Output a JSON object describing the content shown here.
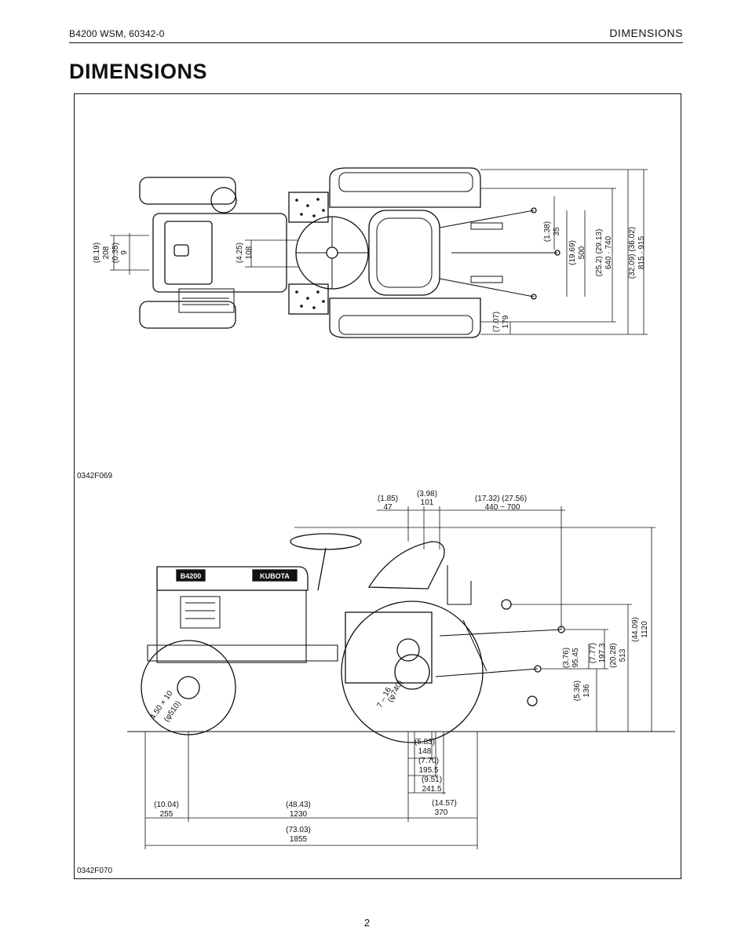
{
  "header": {
    "left": "B4200 WSM, 60342-0",
    "right": "DIMENSIONS"
  },
  "title": "DIMENSIONS",
  "page_number": "2",
  "figures": {
    "top_view": {
      "code": "0342F069",
      "dims": {
        "d_208": "208",
        "d_208_in": "(8.19)",
        "d_9": "9",
        "d_9_in": "(0.35)",
        "d_108": "108",
        "d_108_in": "(4.25)",
        "d_35": "35",
        "d_35_in": "(1.38)",
        "d_500": "500",
        "d_500_in": "(19.69)",
        "d_640_740": "640 · 740",
        "d_640_740_in": "(25.2)   (29.13)",
        "d_815_915": "815 · 915",
        "d_815_915_in": "(32.09)   (36.02)",
        "d_179": "179",
        "d_179_in": "(7.07)"
      }
    },
    "side_view": {
      "code": "0342F070",
      "brand_label": "B4200",
      "brand_label2": "KUBOTA",
      "tire_front": "4.50 × 10",
      "tire_front_dia": "(φ510)",
      "tire_rear": "7 – 16",
      "tire_rear_dia": "(φ740)",
      "dims": {
        "d_47": "47",
        "d_47_in": "(1.85)",
        "d_101": "101",
        "d_101_in": "(3.98)",
        "d_440_700": "440  ~  700",
        "d_440_700_in": "(17.32)   (27.56)",
        "d_1120": "1120",
        "d_1120_in": "(44.09)",
        "d_513": "513",
        "d_513_in": "(20.28)",
        "d_197": "197.3",
        "d_197_in": "(7.77)",
        "d_95": "95.45",
        "d_95_in": "(3.76)",
        "d_136": "136",
        "d_136_in": "(5.36)",
        "d_148": "148",
        "d_148_in": "(5.83)",
        "d_195": "195.5",
        "d_195_in": "(7.70)",
        "d_241": "241.5",
        "d_241_in": "(9.51)",
        "d_370": "370",
        "d_370_in": "(14.57)",
        "d_255": "255",
        "d_255_in": "(10.04)",
        "d_1230": "1230",
        "d_1230_in": "(48.43)",
        "d_1855": "1855",
        "d_1855_in": "(73.03)"
      }
    }
  }
}
